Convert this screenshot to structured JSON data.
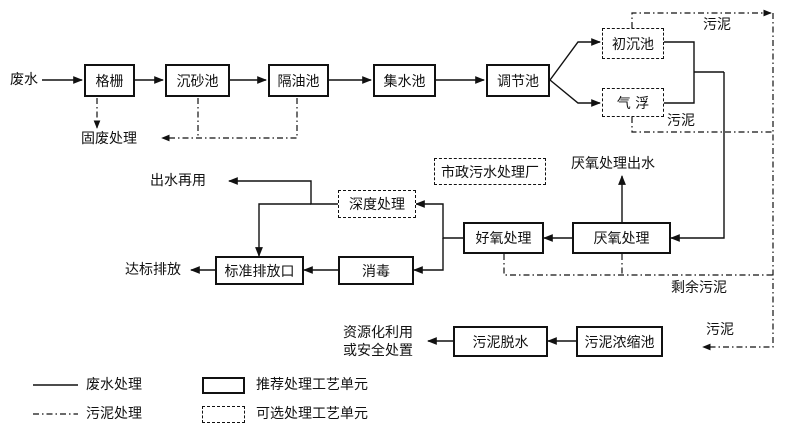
{
  "nodes": {
    "screen": "格栅",
    "grit_chamber": "沉砂池",
    "oil_separator": "隔油池",
    "collection_tank": "集水池",
    "regulating_tank": "调节池",
    "primary_settling": "初沉池",
    "air_flotation": "气 浮",
    "municipal_plant": "市政污水处理厂",
    "anaerobic": "厌氧处理",
    "aerobic": "好氧处理",
    "advanced": "深度处理",
    "disinfection": "消毒",
    "standard_outlet": "标准排放口",
    "sludge_thickening": "污泥浓缩池",
    "sludge_dewatering": "污泥脱水"
  },
  "labels": {
    "wastewater_in": "废水",
    "solid_waste": "固废处理",
    "sludge_top": "污泥",
    "sludge_mid": "污泥",
    "anaerobic_effluent": "厌氧处理出水",
    "water_reuse": "出水再用",
    "discharge": "达标排放",
    "excess_sludge": "剩余污泥",
    "sludge_right": "污泥",
    "resource_line1": "资源化利用",
    "resource_line2": "或安全处置"
  },
  "legend": {
    "wastewater_line": "废水处理",
    "sludge_line": "污泥处理",
    "recommended_unit": "推荐处理工艺单元",
    "optional_unit": "可选处理工艺单元"
  }
}
